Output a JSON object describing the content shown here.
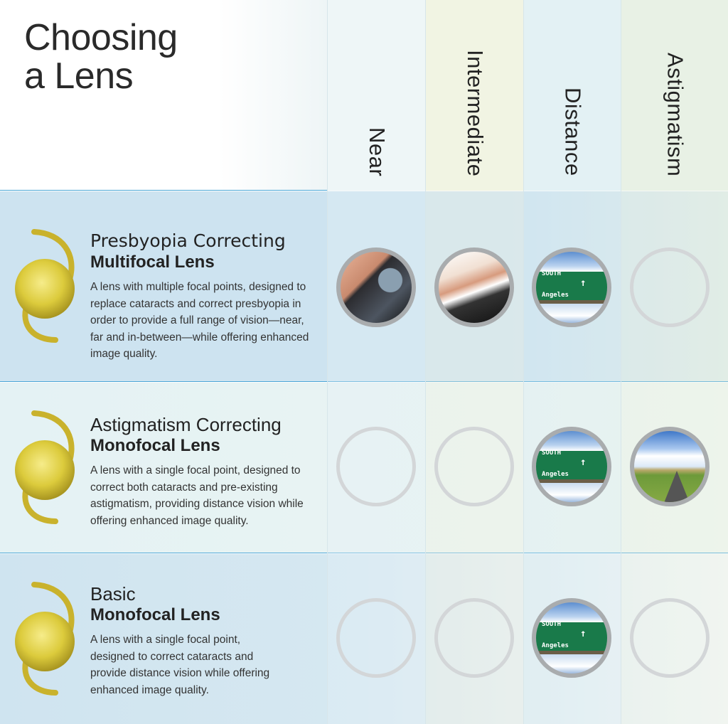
{
  "title": {
    "line1": "Choosing",
    "line2": "a Lens"
  },
  "columns": [
    "Near",
    "Intermediate",
    "Distance",
    "Astigmatism"
  ],
  "rows": [
    {
      "title_line1": "Presbyopia Correcting",
      "title_line2": "Multifocal Lens",
      "description": "A lens with multiple focal points, designed to replace cataracts and correct presbyopia in order to provide a full range of vision—near, far and in-between—while offering enhanced image quality.",
      "cells": [
        "phone-photo",
        "typing-photo",
        "highway-sign-photo",
        "empty"
      ]
    },
    {
      "title_line1": "Astigmatism Correcting",
      "title_line2": "Monofocal Lens",
      "description": "A lens with a single focal point, designed to correct both cataracts and pre-existing astigmatism, providing distance vision while offering enhanced image quality.",
      "cells": [
        "empty",
        "empty",
        "highway-sign-photo",
        "road-photo"
      ]
    },
    {
      "title_line1": "Basic",
      "title_line2": "Monofocal Lens",
      "description": "A lens with a single focal point, designed to correct cataracts and provide distance vision while offering enhanced image quality.",
      "cells": [
        "empty",
        "empty",
        "highway-sign-photo",
        "empty"
      ]
    }
  ],
  "sign": {
    "top": "SOUTH",
    "bottom": "Angeles"
  },
  "colors": {
    "divider": "#4aa6d6",
    "lens": "#d9c640"
  }
}
